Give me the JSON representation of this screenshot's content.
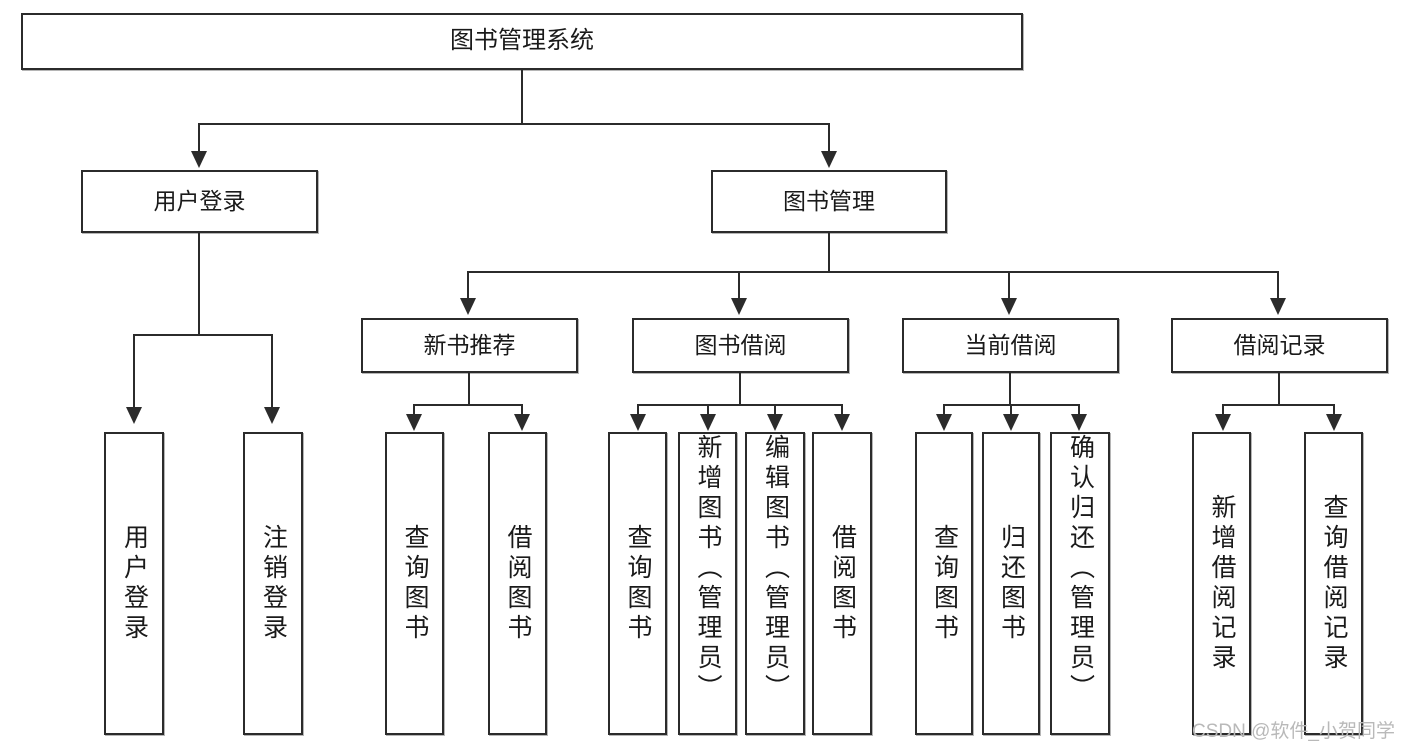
{
  "diagram": {
    "type": "tree-hierarchy-chart",
    "title": "图书管理系统",
    "theme": {
      "background": "#ffffff",
      "stroke": "#2b2b2b",
      "text": "#1a1a1a",
      "watermark_color": "#b9b9b9"
    },
    "levels": {
      "root": {
        "label": "图书管理系统"
      },
      "level2": [
        {
          "label": "用户登录"
        },
        {
          "label": "图书管理"
        }
      ],
      "level3": [
        {
          "label": "新书推荐"
        },
        {
          "label": "图书借阅"
        },
        {
          "label": "当前借阅"
        },
        {
          "label": "借阅记录"
        }
      ],
      "leaves": {
        "user_login": [
          {
            "label": "用户登录"
          },
          {
            "label": "注销登录"
          }
        ],
        "new_book_recommend": [
          {
            "label": "查询图书"
          },
          {
            "label": "借阅图书"
          }
        ],
        "book_borrow": [
          {
            "label": "查询图书"
          },
          {
            "label": "新增图书（管理员）"
          },
          {
            "label": "编辑图书（管理员）"
          },
          {
            "label": "借阅图书"
          }
        ],
        "current_borrow": [
          {
            "label": "查询图书"
          },
          {
            "label": "归还图书"
          },
          {
            "label": "确认归还（管理员）"
          }
        ],
        "borrow_record": [
          {
            "label": "新增借阅记录"
          },
          {
            "label": "查询借阅记录"
          }
        ]
      }
    }
  },
  "watermark": {
    "text": "CSDN @软件_小贺同学"
  }
}
